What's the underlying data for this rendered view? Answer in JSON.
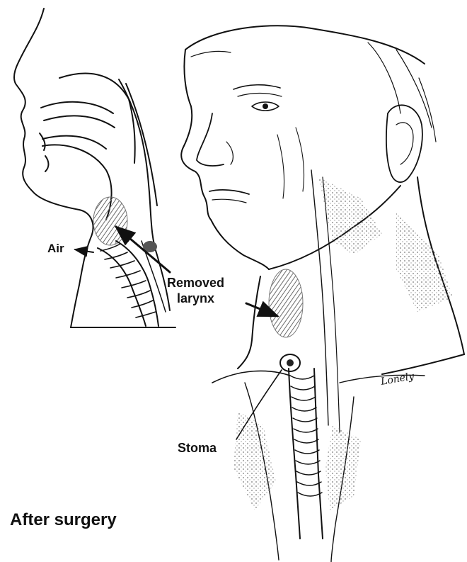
{
  "labels": {
    "air": "Air",
    "removed_line1": "Removed",
    "removed_line2": "larynx",
    "stoma": "Stoma",
    "caption": "After surgery"
  },
  "signature": "Lonely",
  "colors": {
    "ink": "#111111",
    "shading": "#8a8a8a",
    "background": "#ffffff"
  }
}
